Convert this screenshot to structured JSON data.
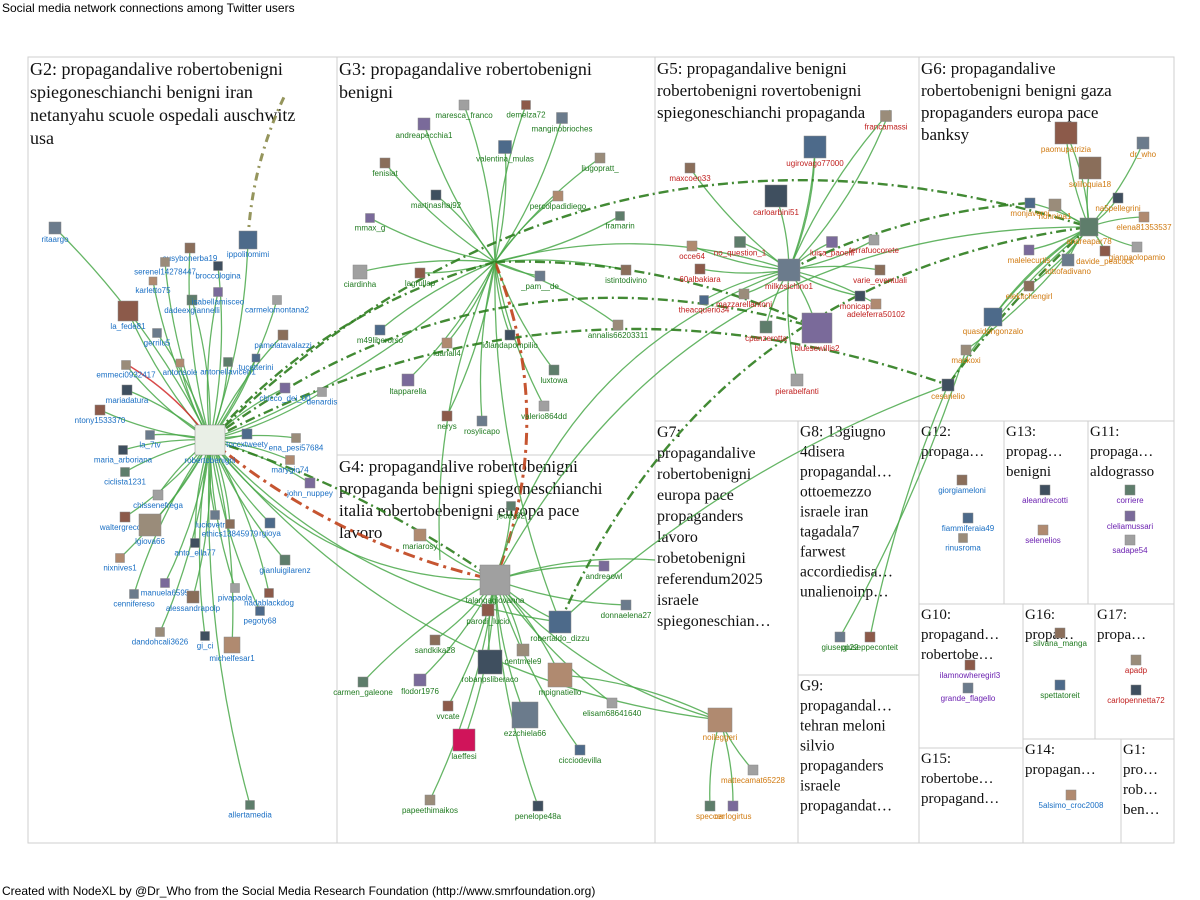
{
  "title": "Social media network connections among Twitter users",
  "footer": "Created with NodeXL by @Dr_Who from the Social Media Research Foundation (http://www.smrfoundation.org)",
  "colors": {
    "edge": "#4aa84a",
    "edge_dark": "#2e7d1e",
    "edge_red": "#c0421b",
    "label_g2": "#1a6fc4",
    "label_g3": "#1f7a1f",
    "label_g5": "#c0201f",
    "label_g6": "#d07a10",
    "label_purple": "#6a1fb0"
  },
  "groups": [
    {
      "id": "G2",
      "lines": [
        "G2: propagandalive robertobenigni",
        "spiegoneschianchi benigni iran",
        "netanyahu scuole ospedali auschwitz",
        "usa"
      ]
    },
    {
      "id": "G3",
      "lines": [
        "G3: propagandalive robertobenigni",
        "benigni"
      ]
    },
    {
      "id": "G5",
      "lines": [
        "G5: propagandalive benigni",
        "robertobenigni rovertobenigni",
        "spiegoneschianchi propaganda"
      ]
    },
    {
      "id": "G6",
      "lines": [
        "G6: propagandalive",
        "robertobenigni benigni gaza",
        "propaganders europa pace",
        "banksy"
      ]
    },
    {
      "id": "G4",
      "lines": [
        "G4: propagandalive robertobenigni",
        "propaganda benigni spiegoneschianchi",
        "italia robertobebenigni europa pace",
        "lavoro"
      ]
    },
    {
      "id": "G7",
      "lines": [
        "G7:",
        "propagandalive",
        "robertobenigni",
        "europa pace",
        "propaganders",
        "lavoro",
        "robetobenigni",
        "referendum2025",
        "israele",
        "spiegoneschian…"
      ]
    },
    {
      "id": "G8",
      "lines": [
        "G8: 13giugno",
        "4disera",
        "propagandal…",
        "ottoemezzo",
        "israele iran",
        "tagadala7",
        "farwest",
        "accordiedisa…",
        "unalienoinp…"
      ]
    },
    {
      "id": "G12",
      "lines": [
        "G12:",
        "propaga…"
      ]
    },
    {
      "id": "G13",
      "lines": [
        "G13:",
        "propag…",
        "benigni"
      ]
    },
    {
      "id": "G11",
      "lines": [
        "G11:",
        "propaga…",
        "aldograsso"
      ]
    },
    {
      "id": "G10",
      "lines": [
        "G10:",
        "propagand…",
        "robertobe…"
      ]
    },
    {
      "id": "G16",
      "lines": [
        "G16:",
        "propa…"
      ]
    },
    {
      "id": "G17",
      "lines": [
        "G17:",
        "propa…"
      ]
    },
    {
      "id": "G9",
      "lines": [
        "G9:",
        "propagandal…",
        "tehran meloni",
        "silvio",
        "propaganders",
        "israele",
        "propagandat…"
      ]
    },
    {
      "id": "G15",
      "lines": [
        "G15:",
        "robertobe…",
        "propagand…"
      ]
    },
    {
      "id": "G14",
      "lines": [
        "G14:",
        "propagan…"
      ]
    },
    {
      "id": "G1",
      "lines": [
        "G1:",
        "pro…",
        "rob…",
        "ben…"
      ]
    }
  ],
  "nodes": [
    {
      "label": "ritaargo",
      "group": "G2"
    },
    {
      "label": "susybonerba19",
      "group": "G2"
    },
    {
      "label": "ippolitomimi",
      "group": "G2"
    },
    {
      "label": "serenel14278447",
      "group": "G2"
    },
    {
      "label": "broccologina",
      "group": "G2"
    },
    {
      "label": "karletto75",
      "group": "G2"
    },
    {
      "label": "dadeexgiannelli",
      "group": "G2"
    },
    {
      "label": "isabellamisceo",
      "group": "G2"
    },
    {
      "label": "carmelomontana2",
      "group": "G2"
    },
    {
      "label": "la_fede81",
      "group": "G2"
    },
    {
      "label": "gerrilu5",
      "group": "G2"
    },
    {
      "label": "pamelatavalazzi",
      "group": "G2"
    },
    {
      "label": "tucetterini",
      "group": "G2"
    },
    {
      "label": "emmeci0932417",
      "group": "G2"
    },
    {
      "label": "mariadatura",
      "group": "G2"
    },
    {
      "label": "antonsole",
      "group": "G2"
    },
    {
      "label": "antonellavicen1",
      "group": "G2"
    },
    {
      "label": "chicco_dei_00",
      "group": "G2"
    },
    {
      "label": "denardis",
      "group": "G2"
    },
    {
      "label": "ntony1533370",
      "group": "G2"
    },
    {
      "label": "la_7tv",
      "group": "G2"
    },
    {
      "label": "robertobenigni",
      "group": "G2"
    },
    {
      "label": "toccxtweety",
      "group": "G2"
    },
    {
      "label": "ena_pesi57684",
      "group": "G2"
    },
    {
      "label": "maria_arboriana",
      "group": "G2"
    },
    {
      "label": "marygio74",
      "group": "G2"
    },
    {
      "label": "ciclista1231",
      "group": "G2"
    },
    {
      "label": "john_nuppey",
      "group": "G2"
    },
    {
      "label": "chissenefrega",
      "group": "G2"
    },
    {
      "label": "waltergreco65",
      "group": "G2"
    },
    {
      "label": "luciovetrillo",
      "group": "G2"
    },
    {
      "label": "ethics13845979",
      "group": "G2"
    },
    {
      "label": "rgioya",
      "group": "G2"
    },
    {
      "label": "lgiova66",
      "group": "G2"
    },
    {
      "label": "anto_ella77",
      "group": "G2"
    },
    {
      "label": "nixnives1",
      "group": "G2"
    },
    {
      "label": "gianluigilarenz",
      "group": "G2"
    },
    {
      "label": "manuela6595",
      "group": "G2"
    },
    {
      "label": "pivapaola",
      "group": "G2"
    },
    {
      "label": "nadablackdog",
      "group": "G2"
    },
    {
      "label": "cennifereso",
      "group": "G2"
    },
    {
      "label": "alessandrapolp",
      "group": "G2"
    },
    {
      "label": "pegoty68",
      "group": "G2"
    },
    {
      "label": "dandohcali3626",
      "group": "G2"
    },
    {
      "label": "gi_ci",
      "group": "G2"
    },
    {
      "label": "michelfesar1",
      "group": "G2"
    },
    {
      "label": "allertamedia",
      "group": "G2"
    },
    {
      "label": "andreapecchia1",
      "group": "G3"
    },
    {
      "label": "maresca_franco",
      "group": "G3"
    },
    {
      "label": "demelza72",
      "group": "G3"
    },
    {
      "label": "manginobrioches",
      "group": "G3"
    },
    {
      "label": "fenisiat",
      "group": "G3"
    },
    {
      "label": "valentina_mulas",
      "group": "G3"
    },
    {
      "label": "liugopratt_",
      "group": "G3"
    },
    {
      "label": "martinashai92",
      "group": "G3"
    },
    {
      "label": "percolpadidiego",
      "group": "G3"
    },
    {
      "label": "framarin",
      "group": "G3"
    },
    {
      "label": "mmax_g",
      "group": "G3"
    },
    {
      "label": "ciardinha",
      "group": "G3"
    },
    {
      "label": "lagrullap",
      "group": "G3"
    },
    {
      "label": "_pam__de",
      "group": "G3"
    },
    {
      "label": "istintodivino",
      "group": "G3"
    },
    {
      "label": "m49liberorso",
      "group": "G3"
    },
    {
      "label": "annalis66203311",
      "group": "G3"
    },
    {
      "label": "iolandapompilio",
      "group": "G3"
    },
    {
      "label": "luanall4",
      "group": "G3"
    },
    {
      "label": "luxtowa",
      "group": "G3"
    },
    {
      "label": "ltapparella",
      "group": "G3"
    },
    {
      "label": "valerio864dd",
      "group": "G3"
    },
    {
      "label": "nerys",
      "group": "G3"
    },
    {
      "label": "rosylicapo",
      "group": "G3"
    },
    {
      "label": "maxcoen33",
      "group": "G5"
    },
    {
      "label": "ugirovago77000",
      "group": "G5"
    },
    {
      "label": "francamassi",
      "group": "G5"
    },
    {
      "label": "carloarbini51",
      "group": "G5"
    },
    {
      "label": "occe64",
      "group": "G5"
    },
    {
      "label": "no_question_1",
      "group": "G5"
    },
    {
      "label": "luisa_paoelli",
      "group": "G5"
    },
    {
      "label": "terrafuocorete",
      "group": "G5"
    },
    {
      "label": "60albakiara",
      "group": "G5"
    },
    {
      "label": "milkosichino1",
      "group": "G5"
    },
    {
      "label": "varie_eventuali",
      "group": "G5"
    },
    {
      "label": "theacquerio34",
      "group": "G5"
    },
    {
      "label": "mazzarellantoni",
      "group": "G5"
    },
    {
      "label": "monicapiriti",
      "group": "G5"
    },
    {
      "label": "adeleferra50102",
      "group": "G5"
    },
    {
      "label": "cpanzerotta",
      "group": "G5"
    },
    {
      "label": "bluesewillis2",
      "group": "G5"
    },
    {
      "label": "pierabelfanti",
      "group": "G5"
    },
    {
      "label": "paomupatrizia",
      "group": "G6"
    },
    {
      "label": "dr_who",
      "group": "G6"
    },
    {
      "label": "soliloquia18",
      "group": "G6"
    },
    {
      "label": "monjaverni",
      "group": "G6"
    },
    {
      "label": "nonnina1",
      "group": "G6"
    },
    {
      "label": "na5pellegrini",
      "group": "G6"
    },
    {
      "label": "elena81353537",
      "group": "G6"
    },
    {
      "label": "andreapar78",
      "group": "G6"
    },
    {
      "label": "malelecurtis",
      "group": "G6"
    },
    {
      "label": "gianpaolopamio",
      "group": "G6"
    },
    {
      "label": "davide_peacock",
      "group": "G6"
    },
    {
      "label": "tuttofadivano",
      "group": "G6"
    },
    {
      "label": "elekitchengirl",
      "group": "G6"
    },
    {
      "label": "quasidongonzalo",
      "group": "G6"
    },
    {
      "label": "mackoxi",
      "group": "G6"
    },
    {
      "label": "cesarielio",
      "group": "G6"
    },
    {
      "label": "mariarosy",
      "group": "G4"
    },
    {
      "label": "jeddy62",
      "group": "G4"
    },
    {
      "label": "andreaowl",
      "group": "G4"
    },
    {
      "label": "talangagiovanna",
      "group": "G4"
    },
    {
      "label": "parodi_lucio",
      "group": "G4"
    },
    {
      "label": "donnaelena27",
      "group": "G4"
    },
    {
      "label": "sandkika28",
      "group": "G4"
    },
    {
      "label": "robertaldo_dizzu",
      "group": "G4"
    },
    {
      "label": "centmele9",
      "group": "G4"
    },
    {
      "label": "robanpsliberaco",
      "group": "G4"
    },
    {
      "label": "mpignatiello",
      "group": "G4"
    },
    {
      "label": "carmen_galeone",
      "group": "G4"
    },
    {
      "label": "flodor1976",
      "group": "G4"
    },
    {
      "label": "elisam68641640",
      "group": "G4"
    },
    {
      "label": "vvcate",
      "group": "G4"
    },
    {
      "label": "ezzchiela66",
      "group": "G4"
    },
    {
      "label": "laeffesi",
      "group": "G4"
    },
    {
      "label": "cicciodevilla",
      "group": "G4"
    },
    {
      "label": "papeethimaikos",
      "group": "G4"
    },
    {
      "label": "penelope48a",
      "group": "G4"
    },
    {
      "label": "noileggeri",
      "group": "G7"
    },
    {
      "label": "speccer",
      "group": "G7"
    },
    {
      "label": "carlogirtus",
      "group": "G7"
    },
    {
      "label": "mattecamat65228",
      "group": "G7"
    },
    {
      "label": "giuseppeconteit",
      "group": "G8"
    },
    {
      "label": "giusepp22",
      "group": "G8"
    },
    {
      "label": "giorgiameloni",
      "group": "G12"
    },
    {
      "label": "fiammiferaia49",
      "group": "G12"
    },
    {
      "label": "rinusroma",
      "group": "G12"
    },
    {
      "label": "aleandrecotti",
      "group": "G13"
    },
    {
      "label": "selenelios",
      "group": "G13"
    },
    {
      "label": "corriere",
      "group": "G11"
    },
    {
      "label": "cleliamussari",
      "group": "G11"
    },
    {
      "label": "sadape54",
      "group": "G11"
    },
    {
      "label": "ilamnowheregirl3",
      "group": "G10"
    },
    {
      "label": "grande_flagello",
      "group": "G10"
    },
    {
      "label": "silvana_manga",
      "group": "G16"
    },
    {
      "label": "spettatoreit",
      "group": "G16"
    },
    {
      "label": "apadp",
      "group": "G17"
    },
    {
      "label": "carlopennetta72",
      "group": "G17"
    },
    {
      "label": "5alsimo_croc2008",
      "group": "G14"
    }
  ]
}
